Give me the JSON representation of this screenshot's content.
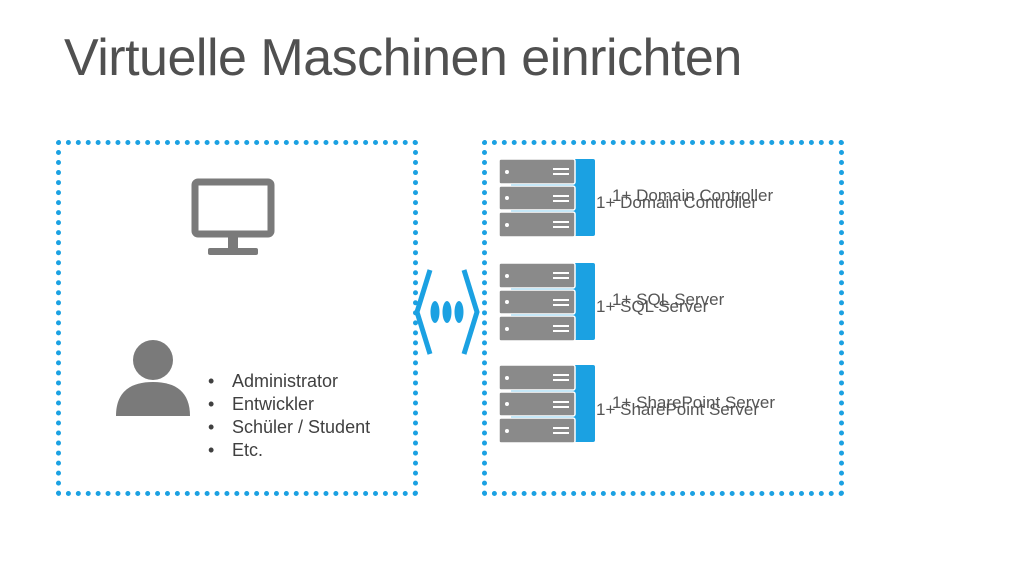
{
  "title": "Virtuelle Maschinen einrichten",
  "colors": {
    "accent": "#1ba1e2",
    "icon_gray": "#7a7a7a",
    "server_gray": "#8a8a8a",
    "text": "#404040"
  },
  "icons": {
    "monitor": "monitor-icon",
    "user": "user-icon",
    "connector": "network-connector-icon",
    "server": "server-rack-icon"
  },
  "roles": [
    {
      "bullet": "•",
      "label": "Administrator"
    },
    {
      "bullet": "•",
      "label": "Entwickler"
    },
    {
      "bullet": "•",
      "label": "Schüler / Student"
    },
    {
      "bullet": "•",
      "label": "Etc."
    }
  ],
  "servers": [
    {
      "label_a": "1+ Domain Controller",
      "label_b": "1+ Domain Controller"
    },
    {
      "label_a": "1+ SQL Server",
      "label_b": "1+ SQL Server"
    },
    {
      "label_a": "1+ SharePoint Server",
      "label_b": "1+ SharePoint Server"
    }
  ]
}
